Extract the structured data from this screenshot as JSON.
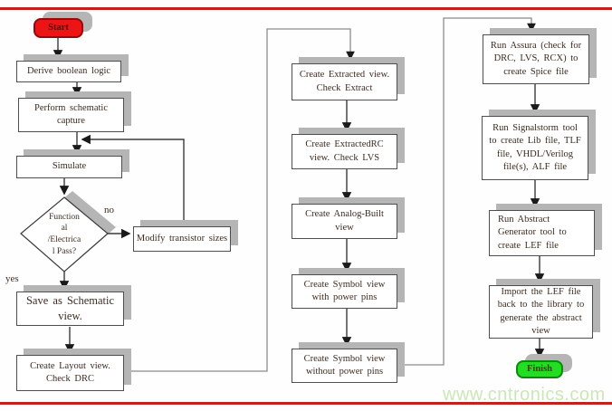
{
  "palette": {
    "rule_red": "#c32020",
    "start_bg": "#ec1414",
    "finish_bg": "#22dd22",
    "box_shadow_gray": "#b5b5b5",
    "box_text": "#3c2b20",
    "watermark_green": "#cbe7b7"
  },
  "watermark": {
    "text": "www.cntronics.com"
  },
  "flowchart": {
    "nodes": {
      "start": {
        "label": "Start"
      },
      "derive": {
        "lines": [
          "Derive boolean logic"
        ]
      },
      "perform": {
        "lines": [
          "Perform schematic",
          "capture"
        ]
      },
      "simulate": {
        "lines": [
          "Simulate"
        ]
      },
      "decision": {
        "lines": [
          "Function",
          "al",
          "/Electrica",
          "l Pass?"
        ]
      },
      "modify": {
        "lines": [
          "Modify transistor sizes"
        ]
      },
      "save": {
        "lines": [
          "Save as Schematic",
          "view."
        ]
      },
      "layout": {
        "lines": [
          "Create Layout view.",
          "Check DRC"
        ]
      },
      "extracted": {
        "lines": [
          "Create Extracted view.",
          "Check Extract"
        ]
      },
      "extractedrc": {
        "lines": [
          "Create ExtractedRC",
          "view.  Check LVS"
        ]
      },
      "analog": {
        "lines": [
          "Create Analog-Built",
          "view"
        ]
      },
      "symbol_with": {
        "lines": [
          "Create Symbol view",
          "with  power pins"
        ]
      },
      "symbol_without": {
        "lines": [
          "Create Symbol view",
          "without  power pins"
        ]
      },
      "assura": {
        "lines": [
          "Run Assura (check for",
          "DRC, LVS, RCX) to",
          "create Spice file"
        ]
      },
      "signalstorm": {
        "lines": [
          "Run Signalstorm tool",
          "to create Lib file, TLF",
          "file, VHDL/Verilog",
          "file(s), ALF file"
        ]
      },
      "abstract": {
        "lines": [
          "Run Abstract",
          "Generator tool to",
          "create LEF file"
        ]
      },
      "import_lef": {
        "lines": [
          "Import the LEF file",
          "back to the library to",
          "generate the abstract",
          "view"
        ]
      },
      "finish": {
        "label": "Finish"
      }
    },
    "edge_labels": {
      "yes": "yes",
      "no": "no"
    }
  }
}
